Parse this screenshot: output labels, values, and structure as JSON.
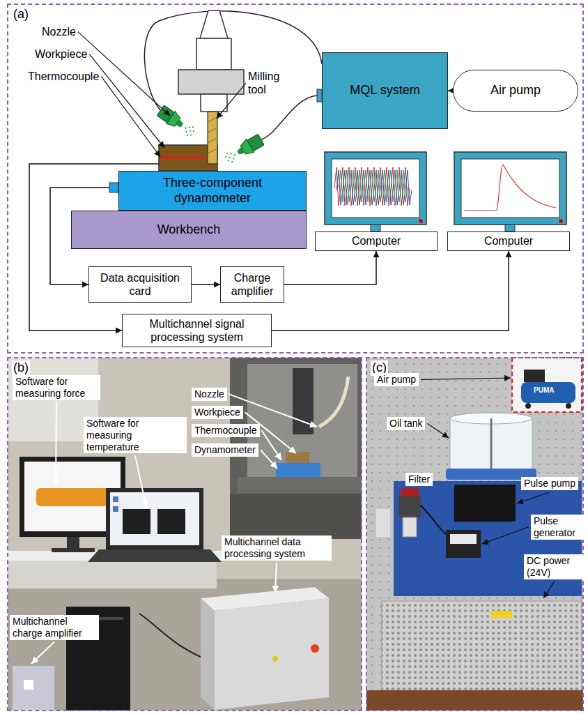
{
  "diagram": {
    "nodes": [
      {
        "text": [
          "(a)"
        ]
      },
      {
        "text": [
          "MQL system"
        ],
        "in": 0
      },
      {
        "text": [
          "Air pump"
        ],
        "in": 0
      },
      {
        "text": [
          "Three-component dynamometer"
        ],
        "in": 0
      },
      {
        "text": [
          "Workbench"
        ],
        "in": 0
      },
      {
        "text": [
          "Computer"
        ],
        "in": 0
      },
      {
        "text": [
          "Computer"
        ],
        "in": 0
      },
      {
        "text": [
          "Data acquisition card"
        ],
        "in": 0
      },
      {
        "text": [
          "Charge amplifier"
        ],
        "in": 0
      },
      {
        "text": [
          "Multichannel signal processing system"
        ],
        "in": 0
      },
      {
        "text": [
          "(b)"
        ]
      },
      {
        "text": [
          "(c)"
        ]
      }
    ],
    "edges": [
      {
        "from": 2,
        "to": 1,
        "arrow": "to"
      },
      {
        "from": 3,
        "to": 7,
        "arrow": "to"
      },
      {
        "from": 7,
        "to": 8,
        "arrow": "to"
      },
      {
        "from": 8,
        "to": 5,
        "arrow": "to"
      },
      {
        "from": 9,
        "to": 6,
        "arrow": "to"
      }
    ],
    "labels": [
      "Nozzle",
      "Workpiece",
      "Thermocouple",
      "Milling tool",
      "Software for measuring force",
      "Software for measuring temperature",
      "Nozzle",
      "Workpiece",
      "Thermocouple",
      "Dynamometer",
      "Multichannel data processing system",
      "Multichannel charge amplifier",
      "Air pump",
      "Oil tank",
      "Filter",
      "Pulse pump",
      "Pulse generator",
      "DC power (24V)",
      "PUMA"
    ]
  }
}
